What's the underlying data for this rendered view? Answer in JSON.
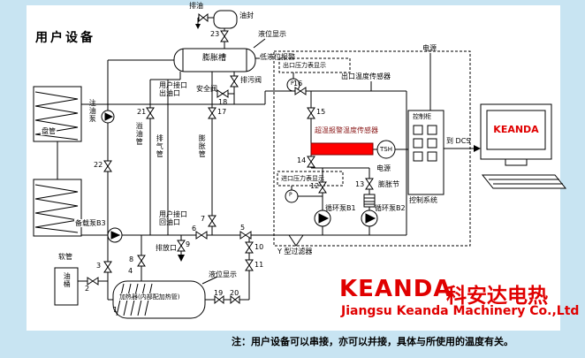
{
  "colors": {
    "background": "#c8e4f2",
    "canvas": "#ffffff",
    "heater_red": "#ff0000",
    "brand_red": "#e00000",
    "alarm_text": "#8b1a1a"
  },
  "title": "用户设备",
  "note": "注：用户设备可以串接，亦可以并接，具体与所使用的温度有关。",
  "logo": {
    "en": "KEANDA",
    "cn": "科安达电热",
    "company": "Jiangsu Keanda Machinery Co.,Ltd"
  },
  "monitor": {
    "screen": "KEANDA"
  },
  "labels": {
    "drain_oil": "排油",
    "oil_seal": "油封",
    "level_top": "液位显示",
    "low_level_alarm": "低液位报警",
    "expansion_tank": "膨胀槽",
    "user_outlet": "用户接口\n出油口",
    "drain_valve": "排污阀",
    "safety_valve": "安全阀",
    "outlet_pressure": "出口压力表显示",
    "outlet_temp": "出口温度传感器",
    "power_top": "电源",
    "overtemp": "超温报警温度传感器",
    "tsh": "TSH",
    "power_mid": "电源",
    "cabinet": "控制柜",
    "to_dcs": "到 DCS",
    "control_system": "控制系统",
    "inlet_pressure": "进口压力表显示",
    "expansion_joint": "膨胀节",
    "pump_b1": "循环泵B1",
    "pump_b2": "循环泵B2",
    "y_filter": "Y 型过滤器",
    "inject_pump": "注油泵",
    "overflow_pipe": "溢油管",
    "vent_pipe": "排气管",
    "expansion_pipe": "膨胀管",
    "coil": "盘管",
    "backup_pump": "备载泵B3",
    "user_return": "用户接口\n回油口",
    "discharge": "排放口",
    "hose": "软管",
    "oil_drum": "油桶",
    "heater": "加热器(内部配加热管)",
    "level_bottom": "液位显示",
    "gauge": "P"
  },
  "numbers": {
    "n1": "1",
    "n2": "2",
    "n3": "3",
    "n4": "4",
    "n5": "5",
    "n6": "6",
    "n7": "7",
    "n8": "8",
    "n9": "9",
    "n10": "10",
    "n11": "11",
    "n12": "12",
    "n13": "13",
    "n14": "14",
    "n15": "15",
    "n16": "16",
    "n17": "17",
    "n18": "18",
    "n19": "19",
    "n20": "20",
    "n21": "21",
    "n22": "22",
    "n23": "23"
  }
}
